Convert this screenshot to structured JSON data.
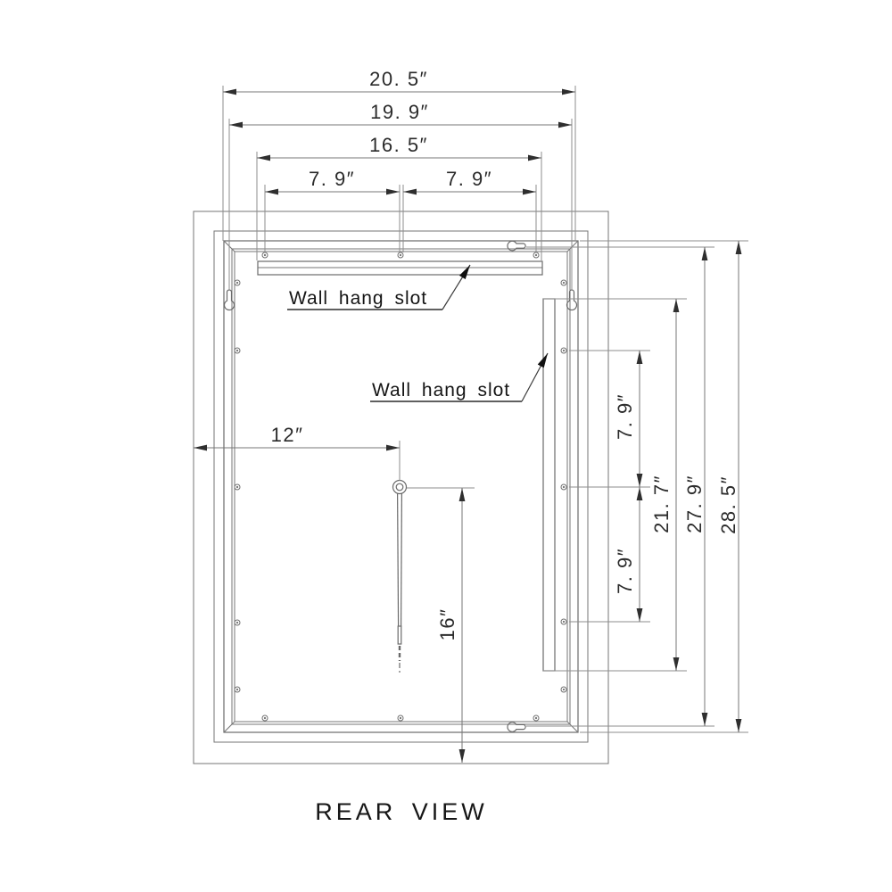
{
  "drawing": {
    "title": "REAR VIEW",
    "type": "technical-dimension-drawing",
    "subject": "mirror rear panel"
  },
  "callouts": {
    "top_slot_label": "Wall hang slot",
    "right_slot_label": "Wall hang slot"
  },
  "dimensions": {
    "top_overall_width": {
      "text": "20. 5″",
      "inches": 20.5
    },
    "top_keyhole_span": {
      "text": "19. 9″",
      "inches": 19.9
    },
    "top_slot_width": {
      "text": "16. 5″",
      "inches": 16.5
    },
    "top_screw_spacing_left": {
      "text": "7. 9″",
      "inches": 7.9
    },
    "top_screw_spacing_right": {
      "text": "7. 9″",
      "inches": 7.9
    },
    "cord_offset_from_left": {
      "text": "12″",
      "inches": 12
    },
    "cord_drop_height": {
      "text": "16″",
      "inches": 16
    },
    "right_screw_spacing_upper": {
      "text": "7. 9″",
      "inches": 7.9
    },
    "right_screw_spacing_lower": {
      "text": "7. 9″",
      "inches": 7.9
    },
    "right_slot_length": {
      "text": "21. 7″",
      "inches": 21.7
    },
    "right_keyhole_span": {
      "text": "27. 9″",
      "inches": 27.9
    },
    "overall_height": {
      "text": "28. 5″",
      "inches": 28.5
    }
  }
}
